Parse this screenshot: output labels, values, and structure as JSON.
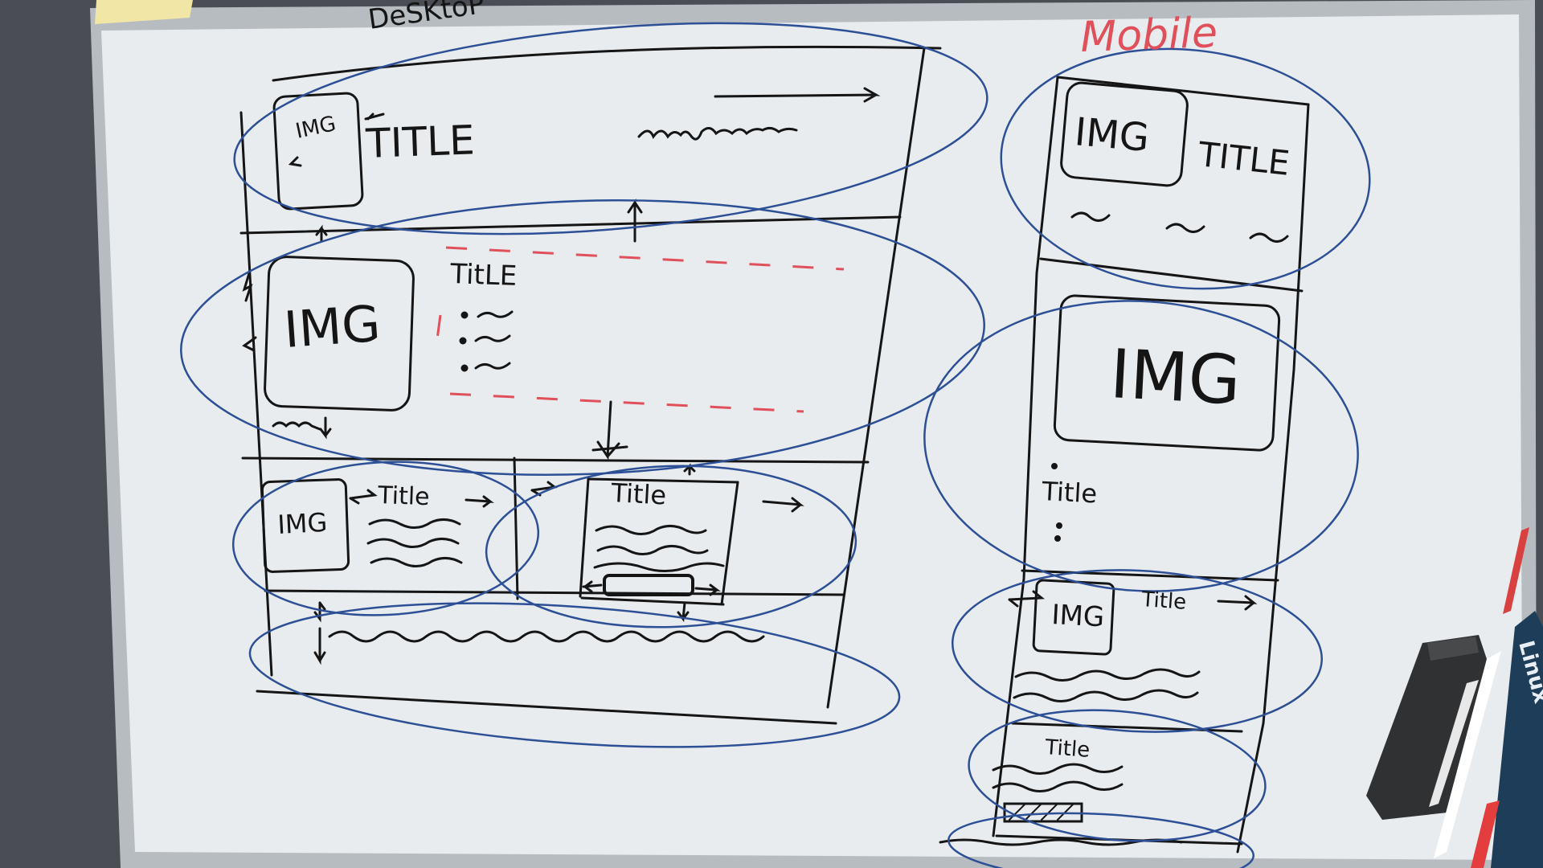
{
  "photo": {
    "subject": "whiteboard wireframe sketch",
    "ink_colors": {
      "black": "#151515",
      "blue": "#2c4f96",
      "red": "#e0505a"
    }
  },
  "labels": {
    "desktop_heading": "DeSKtoP",
    "mobile_heading": "Mobile",
    "desktop": {
      "header_img": "IMG",
      "header_title": "TITLE",
      "hero_img": "IMG",
      "hero_title": "TitLE",
      "card_left_img": "IMG",
      "card_left_title": "Title",
      "card_right_title": "Title"
    },
    "mobile": {
      "header_img": "IMG",
      "header_title": "TITLE",
      "hero_img": "IMG",
      "hero_title": "Title",
      "card_img": "IMG",
      "card_title": "Title",
      "card2_title": "Title"
    },
    "marker_brand": "Linux"
  }
}
